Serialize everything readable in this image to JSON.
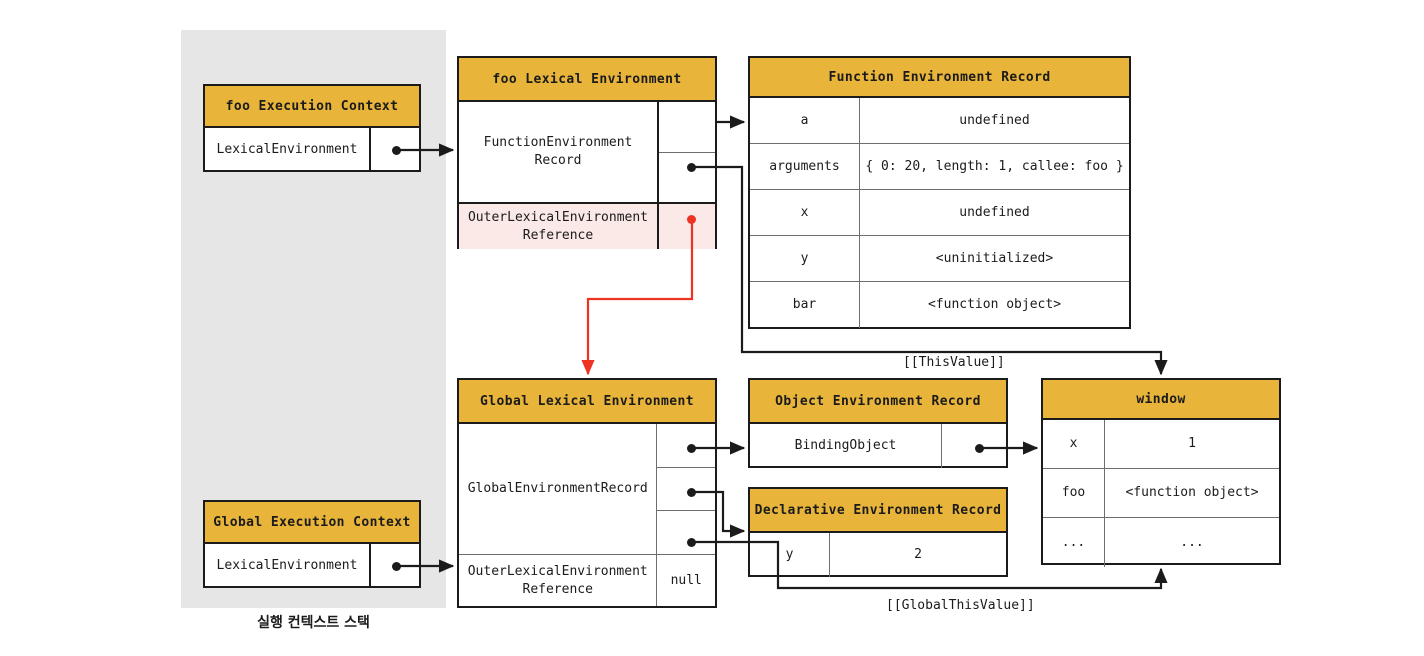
{
  "caption": "실행 컨텍스트 스택",
  "colors": {
    "header": "#e8b43a",
    "panel": "#e6e6e6",
    "outer_ref_highlight": "#fbe9e7",
    "red_arrow": "#ee3322",
    "border": "#1b1b1b"
  },
  "foo_execution_context": {
    "title": "foo Execution Context",
    "rows": [
      {
        "label": "LexicalEnvironment",
        "value": ""
      }
    ]
  },
  "global_execution_context": {
    "title": "Global Execution Context",
    "rows": [
      {
        "label": "LexicalEnvironment",
        "value": ""
      }
    ]
  },
  "foo_lexical_environment": {
    "title": "foo Lexical Environment",
    "record_label": "FunctionEnvironment\nRecord",
    "outer_label": "OuterLexicalEnvironment\nReference",
    "outer_value": ""
  },
  "global_lexical_environment": {
    "title": "Global Lexical Environment",
    "record_label": "GlobalEnvironmentRecord",
    "outer_label": "OuterLexicalEnvironment\nReference",
    "outer_value": "null"
  },
  "function_environment_record": {
    "title": "Function Environment Record",
    "rows": [
      {
        "key": "a",
        "value": "undefined"
      },
      {
        "key": "arguments",
        "value": "{ 0: 20, length: 1, callee: foo }"
      },
      {
        "key": "x",
        "value": "undefined"
      },
      {
        "key": "y",
        "value": "<uninitialized>"
      },
      {
        "key": "bar",
        "value": "<function object>"
      }
    ]
  },
  "object_environment_record": {
    "title": "Object Environment Record",
    "rows": [
      {
        "key": "BindingObject",
        "value": ""
      }
    ]
  },
  "declarative_environment_record": {
    "title": "Declarative Environment Record",
    "rows": [
      {
        "key": "y",
        "value": "2"
      }
    ]
  },
  "window": {
    "title": "window",
    "rows": [
      {
        "key": "x",
        "value": "1"
      },
      {
        "key": "foo",
        "value": "<function object>"
      },
      {
        "key": "...",
        "value": "..."
      }
    ]
  },
  "wire_labels": {
    "this_value": "[[ThisValue]]",
    "global_this_value": "[[GlobalThisValue]]"
  }
}
